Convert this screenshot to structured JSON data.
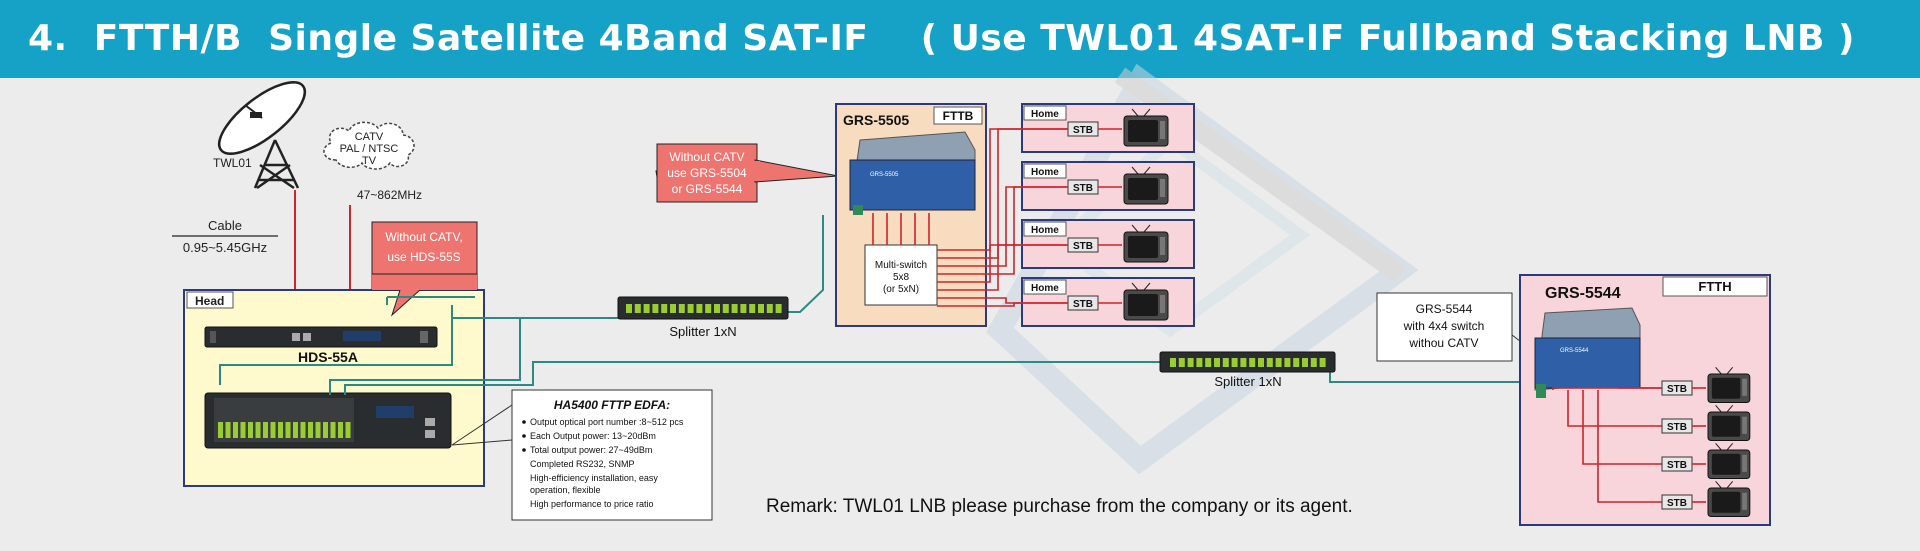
{
  "header": {
    "title": "4.  FTTH/B  Single Satellite 4Band SAT-IF    ( Use TWL01 4SAT-IF Fullband Stacking LNB )"
  },
  "dish": {
    "label": "TWL01"
  },
  "catv": {
    "label_lines": [
      "CATV",
      "PAL / NTSC",
      "TV"
    ],
    "freq": "47~862MHz"
  },
  "cable": {
    "label": "Cable",
    "freq": "0.95~5.45GHz"
  },
  "callout_hds": {
    "lines": [
      "Without CATV,",
      "use HDS-55S"
    ]
  },
  "callout_grs": {
    "lines": [
      "Without CATV",
      "use GRS-5504",
      "or GRS-5544"
    ]
  },
  "head": {
    "label": "Head",
    "device": "HDS-55A"
  },
  "edfa": {
    "title": "HA5400 FTTP EDFA:",
    "bullets": [
      "Output optical port number :8~512 pcs",
      "Each Output power: 13~20dBm",
      "Total output power: 27~49dBm"
    ],
    "extra": [
      "Completed RS232, SNMP",
      "High-efficiency installation, easy",
      "operation, flexible",
      "High performance to price ratio"
    ]
  },
  "splitter1": {
    "label": "Splitter 1xN"
  },
  "splitter2": {
    "label": "Splitter 1xN"
  },
  "fttb": {
    "model": "GRS-5505",
    "tag": "FTTB",
    "device_label": "GRS-5505",
    "multiswitch": [
      "Multi-switch",
      "5x8",
      "(or 5xN)"
    ]
  },
  "homes": {
    "label": "Home",
    "stb": "STB"
  },
  "ftth": {
    "model": "GRS-5544",
    "tag": "FTTH",
    "device_label": "GRS-5544",
    "stb": "STB"
  },
  "grs5544_note": {
    "lines": [
      "GRS-5544",
      "with 4x4 switch",
      "withou CATV"
    ]
  },
  "remark": "Remark:  TWL01 LNB please purchase from the company or its agent.",
  "colors": {
    "header": "#16a2c6",
    "red_line": "#d0232a",
    "teal_line": "#2b8a82",
    "head_bg": "#fffacd",
    "box_border": "#2b3a7e",
    "fttb_bg": "#f7dcc0",
    "home_bg": "#f8d5da",
    "callout": "#ee7470"
  }
}
